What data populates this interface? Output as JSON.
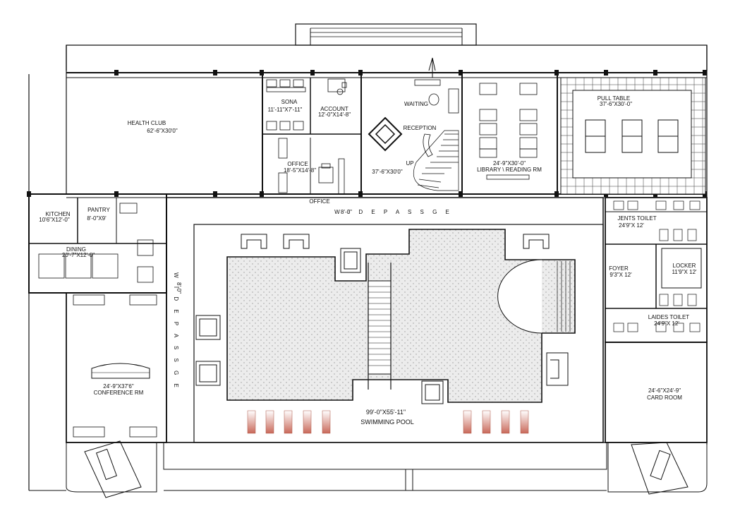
{
  "colors": {
    "line": "#111111",
    "pool_fill": "#e9e9e9",
    "pool_dot": "#9a9a9a",
    "pillar": "#c9695a",
    "background": "#ffffff"
  },
  "rooms": {
    "health_club": {
      "name": "HEALTH CLUB",
      "size": "62'-6\"X30'0\""
    },
    "sona": {
      "name": "SONA",
      "size": "11'-11\"X7'-11\""
    },
    "account": {
      "name": "ACCOUNT",
      "size": "12'-0\"X14'-8\""
    },
    "office_room": {
      "name": "OFFICE",
      "size": "18'-5\"X14'-8\""
    },
    "waiting": {
      "name": "WAITING"
    },
    "reception": {
      "name": "RECEPTION",
      "size": "37'-6\"X30'0\"",
      "stair": "UP"
    },
    "library": {
      "size": "24'-9\"X30'-0\"",
      "name": "LIBRARY \\ READING RM"
    },
    "pull_table": {
      "name": "PULL TABLE",
      "size": "37'-6\"X30'-0\""
    },
    "office_corridor": {
      "name": "OFFICE"
    },
    "kitchen": {
      "name": "KITCHEN",
      "size": "10'6\"X12'-0\""
    },
    "pantry": {
      "name": "PANTRY",
      "size": "8'-0\"X9'"
    },
    "dining": {
      "name": "DINING",
      "size": "20'-7\"X12'-0\""
    },
    "conference": {
      "size": "24'-9\"X37'6\"",
      "name": "CONFERENCE RM"
    },
    "gents_toilet": {
      "name": "JENTS TOILET",
      "size": "24'9\"X 12'"
    },
    "foyer": {
      "name": "FOYER",
      "size": "9'3\"X 12'"
    },
    "locker": {
      "name": "LOCKER",
      "size": "11'9\"X 12'"
    },
    "ladies_toilet": {
      "name": "LAIDES TOILET",
      "size": "24'9\"X 12'"
    },
    "card_room": {
      "size": "24'-6\"X24'-9\"",
      "name": "CARD ROOM"
    },
    "swimming_pool": {
      "size": "99'-0\"X55'-11\"",
      "name": "SWIMMING POOL"
    }
  },
  "passages": {
    "horizontal": {
      "width": "8'-0\"",
      "text": "W I D E P A S S G E"
    },
    "vertical": {
      "width": "8'-0\"",
      "text": "W I D E P A S S G E"
    }
  }
}
